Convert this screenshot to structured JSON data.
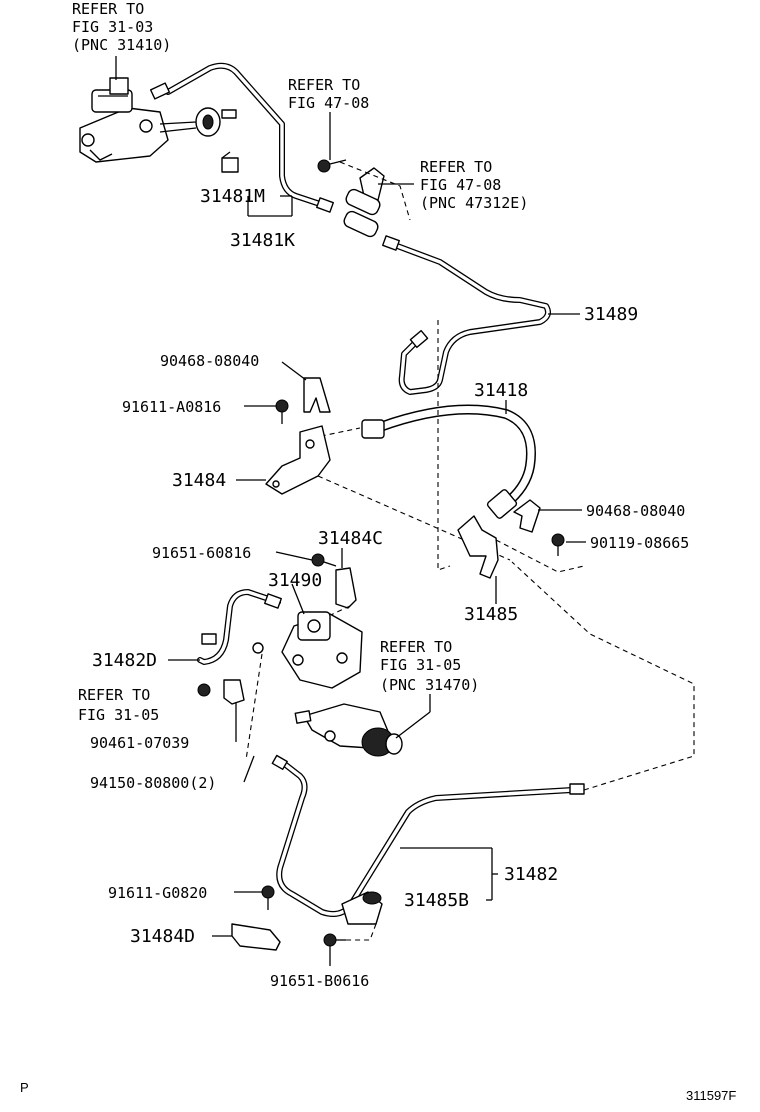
{
  "references": {
    "fig_31_03_a": {
      "lines": [
        "REFER TO",
        "FIG 31-03",
        "(PNC 31410)"
      ]
    },
    "fig_47_08_a": {
      "lines": [
        "REFER TO",
        "FIG 47-08"
      ]
    },
    "fig_47_08_b": {
      "lines": [
        "REFER TO",
        "FIG 47-08",
        "(PNC 47312E)"
      ]
    },
    "fig_31_05_a": {
      "lines": [
        "REFER TO",
        "FIG 31-05",
        "(PNC 31470)"
      ]
    },
    "fig_31_05_b": {
      "lines": [
        "REFER TO",
        "FIG 31-05"
      ]
    }
  },
  "parts": {
    "p31481M": "31481M",
    "p31481K": "31481K",
    "p31489": "31489",
    "p90468_a": "90468-08040",
    "p91611_A0816": "91611-A0816",
    "p31418": "31418",
    "p31484": "31484",
    "p90468_b": "90468-08040",
    "p90119": "90119-08665",
    "p91651_60816": "91651-60816",
    "p31484C": "31484C",
    "p31490": "31490",
    "p31485": "31485",
    "p31482D": "31482D",
    "p90461": "90461-07039",
    "p94150": "94150-80800(2)",
    "p31482": "31482",
    "p91611_G0820": "91611-G0820",
    "p31485B": "31485B",
    "p31484D": "31484D",
    "p91651_B0616": "91651-B0616"
  },
  "corner": {
    "left_mark": "P",
    "figure_code": "311597F"
  }
}
